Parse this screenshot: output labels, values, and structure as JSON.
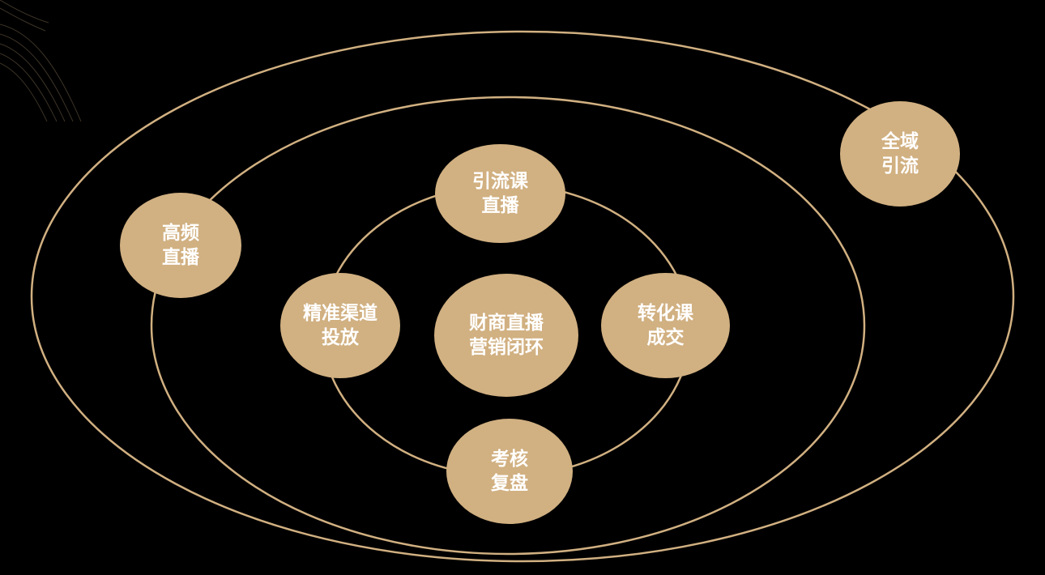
{
  "colors": {
    "background": "#000000",
    "orbit_stroke": "#d1b081",
    "node_fill": "#d1b081",
    "node_text": "#ffffff",
    "decoration": "#6e5d46"
  },
  "nodes": {
    "center": {
      "line1": "财商直播",
      "line2": "营销闭环"
    },
    "top": {
      "line1": "引流课",
      "line2": "直播"
    },
    "left": {
      "line1": "精准渠道",
      "line2": "投放"
    },
    "right": {
      "line1": "转化课",
      "line2": "成交"
    },
    "bottom": {
      "line1": "考核",
      "line2": "复盘"
    },
    "middle_ring": {
      "line1": "高频",
      "line2": "直播"
    },
    "outer_ring": {
      "line1": "全域",
      "line2": "引流"
    }
  }
}
